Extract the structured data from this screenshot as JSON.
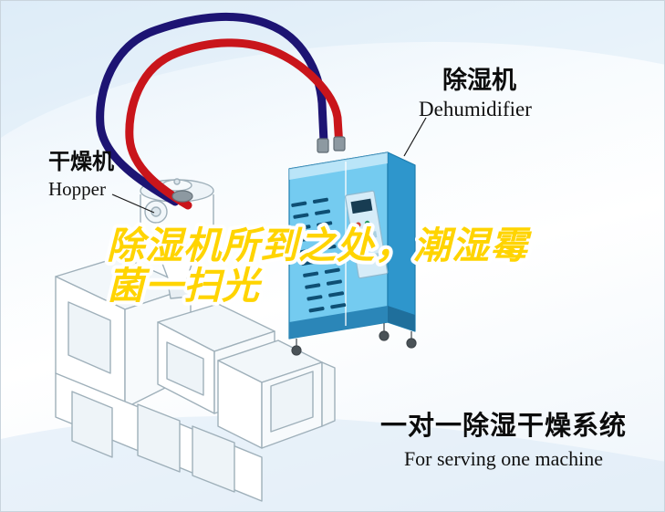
{
  "headline": {
    "line1": "除湿机所到之处，潮湿霉",
    "line2": "菌一扫光",
    "color": "#ffd400"
  },
  "labels": {
    "hopper": {
      "zh": "干燥机",
      "en": "Hopper"
    },
    "dehumidifier": {
      "zh": "除湿机",
      "en": "Dehumidifier"
    }
  },
  "caption": {
    "zh": "一对一除湿干燥系统",
    "en": "For serving one machine"
  },
  "colors": {
    "pipe_red": "#c9151b",
    "pipe_navy": "#1d1473",
    "dehumidifier_front": "#74cbf0",
    "dehumidifier_side": "#2e96cc",
    "dehumidifier_top": "#45b0e2",
    "machine_outline": "#9fb0ba",
    "label_text": "#0c0c0c"
  }
}
